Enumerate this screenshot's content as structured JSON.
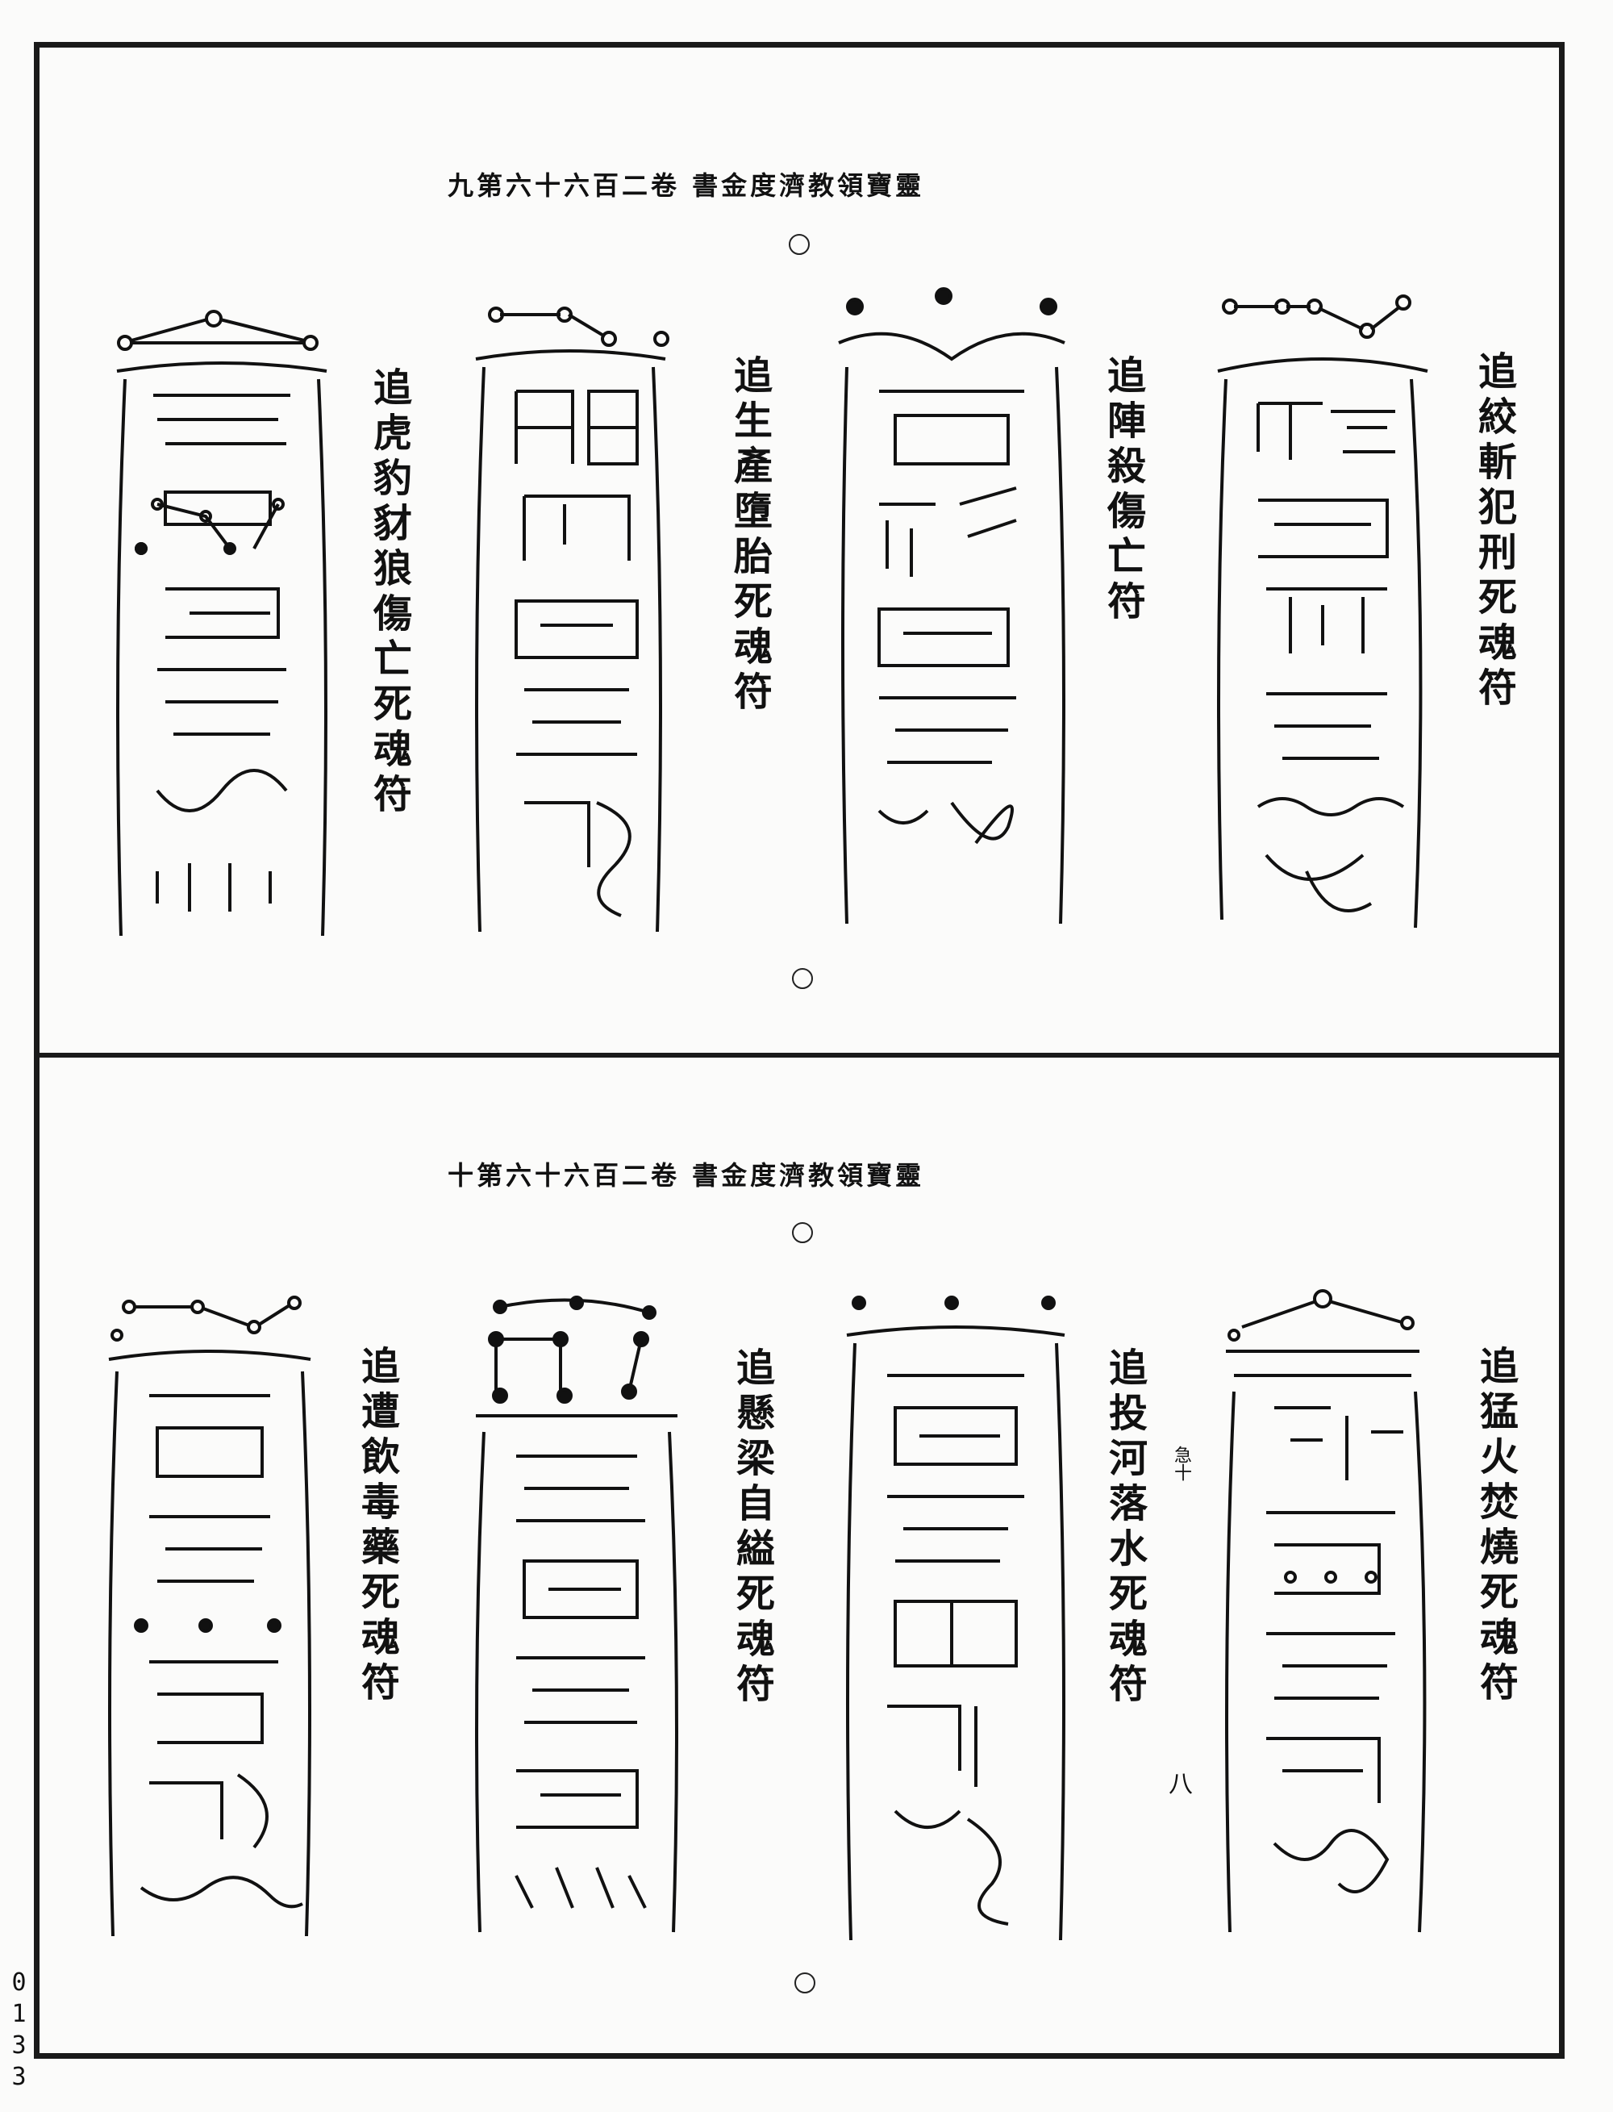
{
  "page": {
    "page_number": "0133"
  },
  "top_section": {
    "header": "靈寶領教濟度金書 卷二百六十六第九",
    "titles": [
      "追絞斬犯刑死魂符",
      "追陣殺傷亡符",
      "追生產墮胎死魂符",
      "追虎豹豺狼傷亡死魂符"
    ]
  },
  "bottom_section": {
    "header": "靈寶領教濟度金書 卷二百六十六第十",
    "titles": [
      "追猛火焚燒死魂符",
      "追投河落水死魂符",
      "追懸梁自縊死魂符",
      "追遭飲毒藥死魂符"
    ],
    "small_note": "急十",
    "side_mark": "八"
  },
  "colors": {
    "ink": "#111111",
    "paper": "#fbfbfa"
  }
}
